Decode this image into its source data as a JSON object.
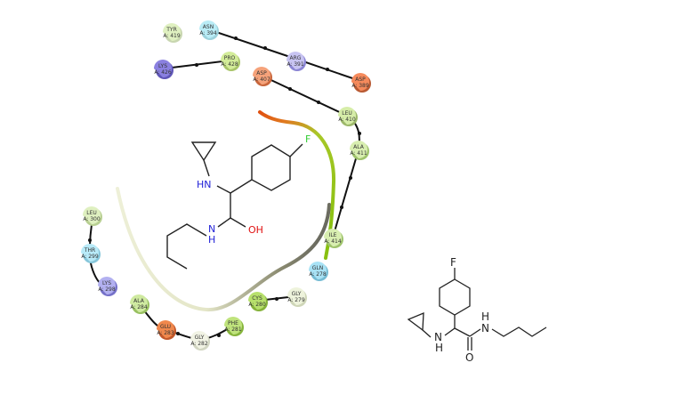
{
  "residues": [
    {
      "id": "tyr419",
      "name": "TYR",
      "chain": "A: 419",
      "fill": "#dff0c0",
      "shadow": "#c8d6b0"
    },
    {
      "id": "asn394",
      "name": "ASN",
      "chain": "A: 394",
      "fill": "#b9ecf6",
      "shadow": "#9dd2dc"
    },
    {
      "id": "arg391",
      "name": "ARG",
      "chain": "A: 391",
      "fill": "#c8c4f2",
      "shadow": "#8b85d4"
    },
    {
      "id": "lys426",
      "name": "LYS",
      "chain": "A: 426",
      "fill": "#8a80e0",
      "shadow": "#5f56b8"
    },
    {
      "id": "pro428",
      "name": "PRO",
      "chain": "A: 428",
      "fill": "#d3ec99",
      "shadow": "#a9c56a"
    },
    {
      "id": "asp407",
      "name": "ASP",
      "chain": "A: 407",
      "fill": "#f5a27a",
      "shadow": "#c9663b"
    },
    {
      "id": "asp389",
      "name": "ASP",
      "chain": "A: 389",
      "fill": "#f58a5c",
      "shadow": "#b85a33"
    },
    {
      "id": "leu410",
      "name": "LEU",
      "chain": "A: 410",
      "fill": "#d6eda8",
      "shadow": "#9db86b"
    },
    {
      "id": "ala411",
      "name": "ALA",
      "chain": "A: 411",
      "fill": "#d8eeb0",
      "shadow": "#9fc36c"
    },
    {
      "id": "ile414",
      "name": "ILE",
      "chain": "A: 414",
      "fill": "#d8eeb0",
      "shadow": "#9fc36c"
    },
    {
      "id": "gln278",
      "name": "GLN",
      "chain": "A: 278",
      "fill": "#a8e2f5",
      "shadow": "#76bcd4"
    },
    {
      "id": "gly279",
      "name": "GLY",
      "chain": "A: 279",
      "fill": "#eef3dc",
      "shadow": "#cfd6b8"
    },
    {
      "id": "cys280",
      "name": "CYS",
      "chain": "A: 280",
      "fill": "#b7e06c",
      "shadow": "#85b23a"
    },
    {
      "id": "phe281",
      "name": "PHE",
      "chain": "A: 281",
      "fill": "#bfe37c",
      "shadow": "#86b43c"
    },
    {
      "id": "gly282",
      "name": "GLY",
      "chain": "A: 282",
      "fill": "#f1f3e4",
      "shadow": "#d2d6c2"
    },
    {
      "id": "glu283",
      "name": "GLU",
      "chain": "A: 283",
      "fill": "#f0884d",
      "shadow": "#c2582a"
    },
    {
      "id": "ala284",
      "name": "ALA",
      "chain": "A: 284",
      "fill": "#cfeaa0",
      "shadow": "#98c060"
    },
    {
      "id": "lys298",
      "name": "LYS",
      "chain": "A: 298",
      "fill": "#b2b0f0",
      "shadow": "#7571c9"
    },
    {
      "id": "thr299",
      "name": "THR",
      "chain": "A: 299",
      "fill": "#b8eaf8",
      "shadow": "#86c6da"
    },
    {
      "id": "leu300",
      "name": "LEU",
      "chain": "A: 300",
      "fill": "#dff0c0",
      "shadow": "#b8cf92"
    }
  ],
  "ligand_atoms": {
    "fluorine": "F",
    "amine_nh": "HN",
    "amine_n": "N",
    "amine_h": "H",
    "hydroxyl": "OH"
  },
  "structure_atoms": {
    "fluorine": "F",
    "amine_n": "N",
    "amine_h": "H",
    "amide_h": "H",
    "amide_n": "N",
    "carbonyl_o": "O"
  },
  "colors": {
    "nitrogen": "#1f1fd6",
    "oxygen": "#e01010",
    "fluorine": "#33cc33",
    "bond": "#222222",
    "backbone": "#111111"
  }
}
